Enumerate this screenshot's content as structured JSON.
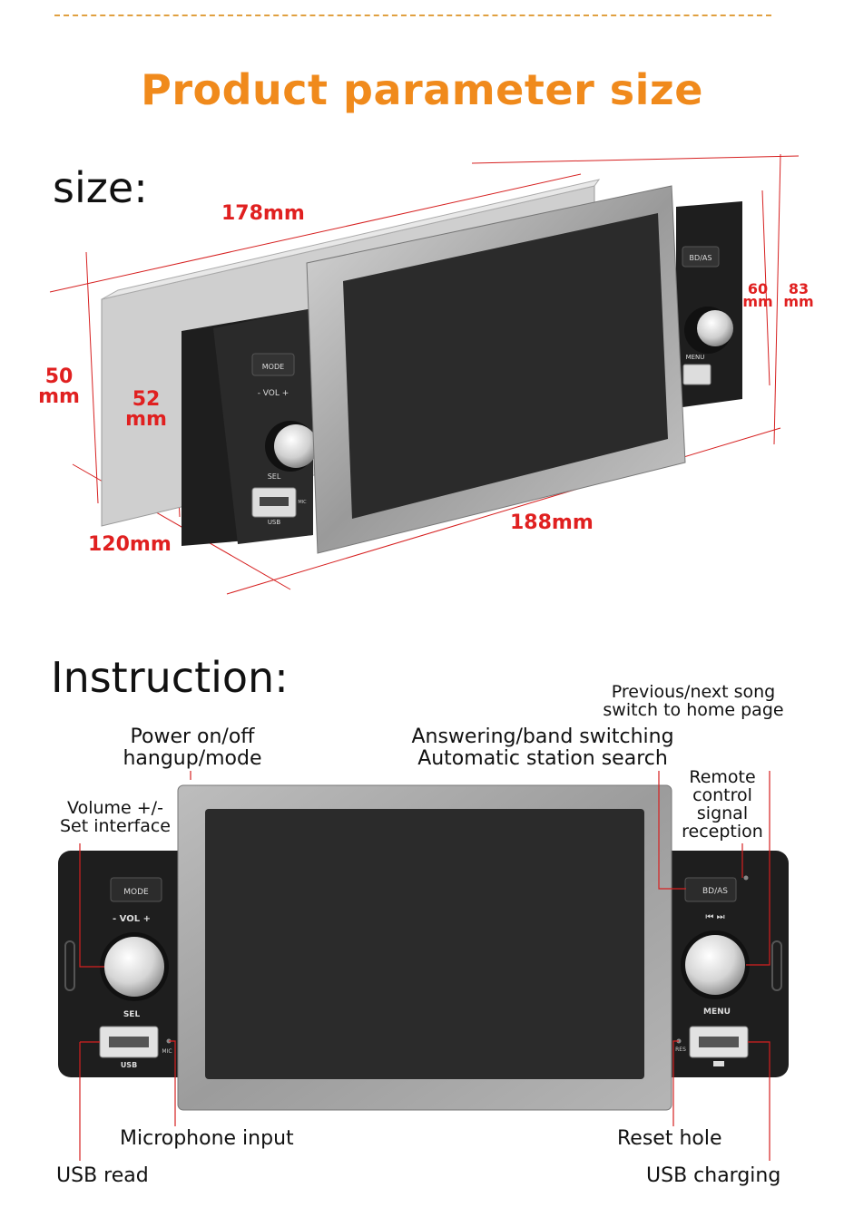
{
  "header": {
    "title": "Product parameter size"
  },
  "size_section": {
    "heading": "size:",
    "dims": {
      "width_top": "178mm",
      "screen_width": "188mm",
      "depth": "120mm",
      "left_height_value": "50",
      "left_height_unit": "mm",
      "body_height_value": "52",
      "body_height_unit": "mm",
      "right_inner_value": "60",
      "right_inner_unit": "mm",
      "right_outer_value": "83",
      "right_outer_unit": "mm"
    },
    "device": {
      "mode_label": "MODE",
      "vol_label": "- VOL +",
      "sel_label": "SEL",
      "usb_label": "USB",
      "mic_label": "MIC",
      "bdas_label": "BD/AS",
      "menu_label": "MENU"
    }
  },
  "instruction_section": {
    "heading": "Instruction:",
    "labels": {
      "power": [
        "Power on/off",
        "hangup/mode"
      ],
      "answering": [
        "Answering/band switching",
        "Automatic station search"
      ],
      "prevnext": [
        "Previous/next song",
        "switch to home page"
      ],
      "volume": [
        "Volume +/-",
        "Set interface"
      ],
      "remote": [
        "Remote",
        "control",
        "signal",
        "reception"
      ],
      "microphone": "Microphone input",
      "reset": "Reset hole",
      "usb_read": "USB read",
      "usb_charging": "USB charging"
    },
    "device": {
      "mode_label": "MODE",
      "vol_label": "- VOL +",
      "sel_label": "SEL",
      "usb_label": "USB",
      "mic_label": "MIC",
      "bdas_label": "BD/AS",
      "menu_label": "MENU",
      "res_label": "RES"
    }
  },
  "colors": {
    "accent": "#f08a1c",
    "dimension_red": "#e02020",
    "leader_red": "#d62020",
    "frame_silver": "#a9a9a9",
    "screen": "#2b2b2b"
  }
}
